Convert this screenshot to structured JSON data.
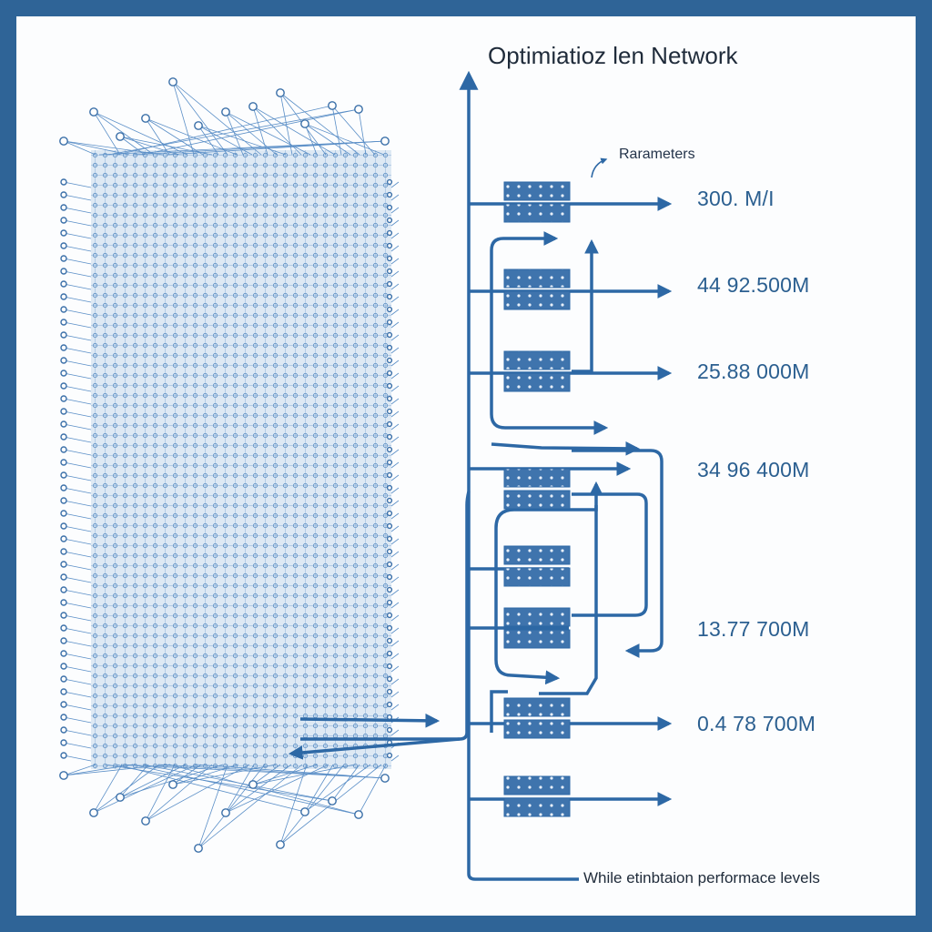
{
  "diagram": {
    "title": "Optimiatioz len Network",
    "legend_label": "Rarameters",
    "footer": "While etinbtaion performace levels",
    "layer_values": [
      "300. M/I",
      "44 92.500M",
      "25.88 000M",
      "34 96 400M",
      "13.77 700M",
      "0.4 78 700M"
    ],
    "colors": {
      "frame": "#2f6497",
      "line": "#2d68a5",
      "mesh": "#5b8fc7",
      "block": "#3a6fa8"
    }
  }
}
